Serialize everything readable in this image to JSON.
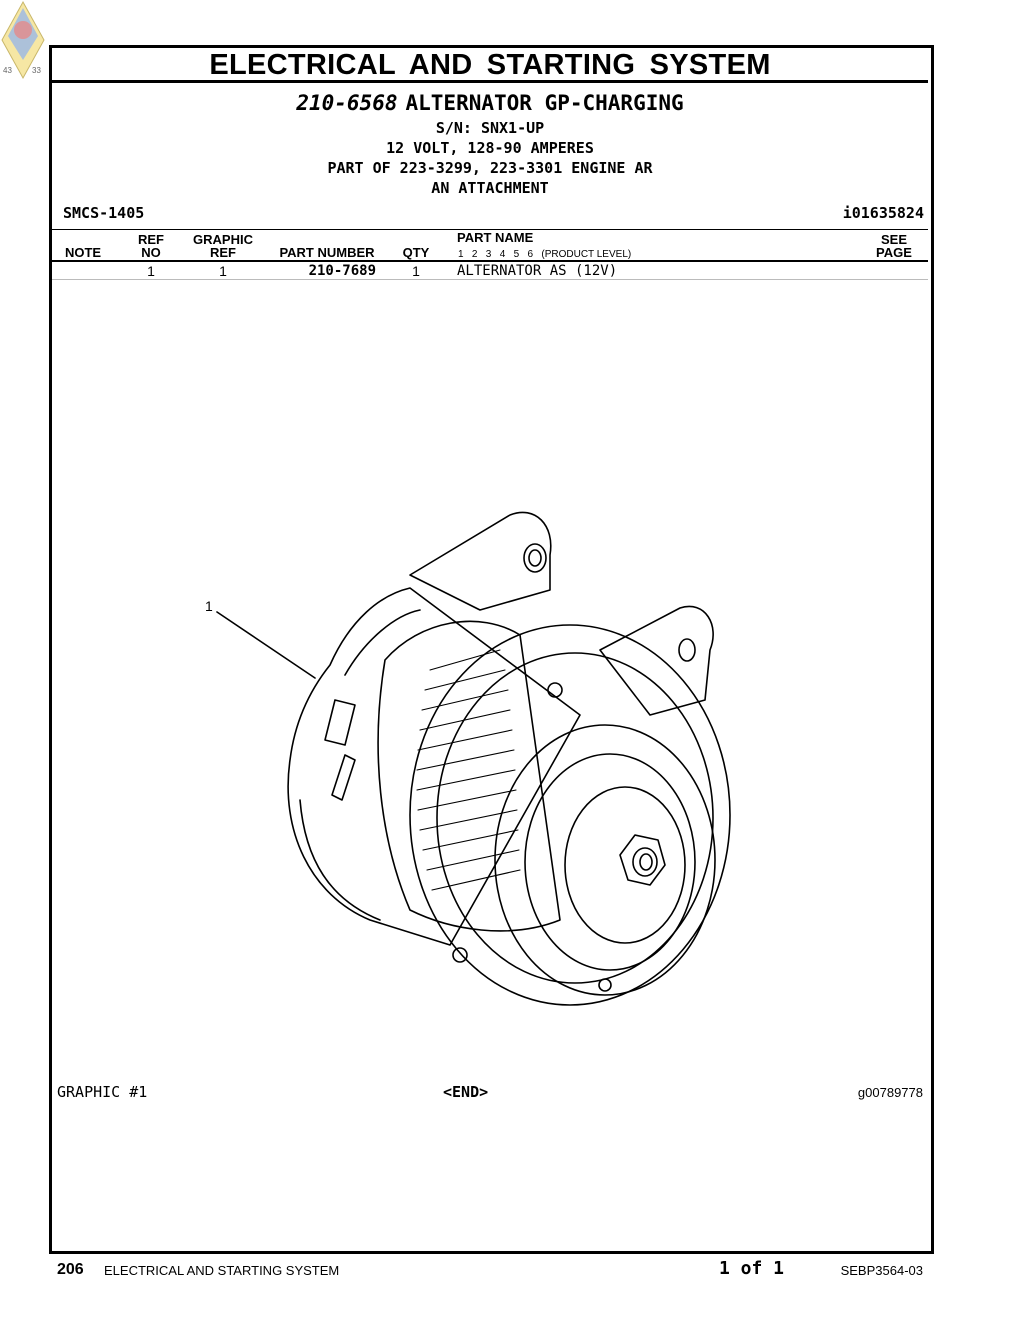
{
  "header": {
    "section_title": "ELECTRICAL AND STARTING SYSTEM",
    "group_number": "210-6568",
    "group_name": "ALTERNATOR GP-CHARGING",
    "lines": [
      "S/N: SNX1-UP",
      "12 VOLT, 128-90 AMPERES",
      "PART OF 223-3299, 223-3301 ENGINE AR",
      "AN ATTACHMENT"
    ],
    "smcs": "SMCS-1405",
    "doc_id": "i01635824"
  },
  "table": {
    "columns": {
      "note": "NOTE",
      "ref_top": "REF",
      "ref_bottom": "NO",
      "graphic_top": "GRAPHIC",
      "graphic_bottom": "REF",
      "part_number": "PART NUMBER",
      "qty": "QTY",
      "part_name": "PART NAME",
      "levels": "1   2   3   4   5   6   (PRODUCT LEVEL)",
      "see_top": "SEE",
      "see_bottom": "PAGE"
    },
    "rows": [
      {
        "ref_no": "1",
        "graphic_ref": "1",
        "part_number": "210-7689",
        "qty": "1",
        "part_name": "ALTERNATOR AS (12V)"
      }
    ]
  },
  "graphic": {
    "callout": "1",
    "label": "GRAPHIC #1",
    "end": "<END>",
    "id": "g00789778",
    "icon": "alternator-drawing"
  },
  "footer": {
    "page_number": "206",
    "section": "ELECTRICAL AND STARTING SYSTEM",
    "page_of": "1 of 1",
    "pub_number": "SEBP3564-03"
  },
  "logo": {
    "numbers": [
      "43",
      "33"
    ],
    "colors": [
      "#f6e7a4",
      "#9ab8e6",
      "#e58a8a"
    ]
  }
}
